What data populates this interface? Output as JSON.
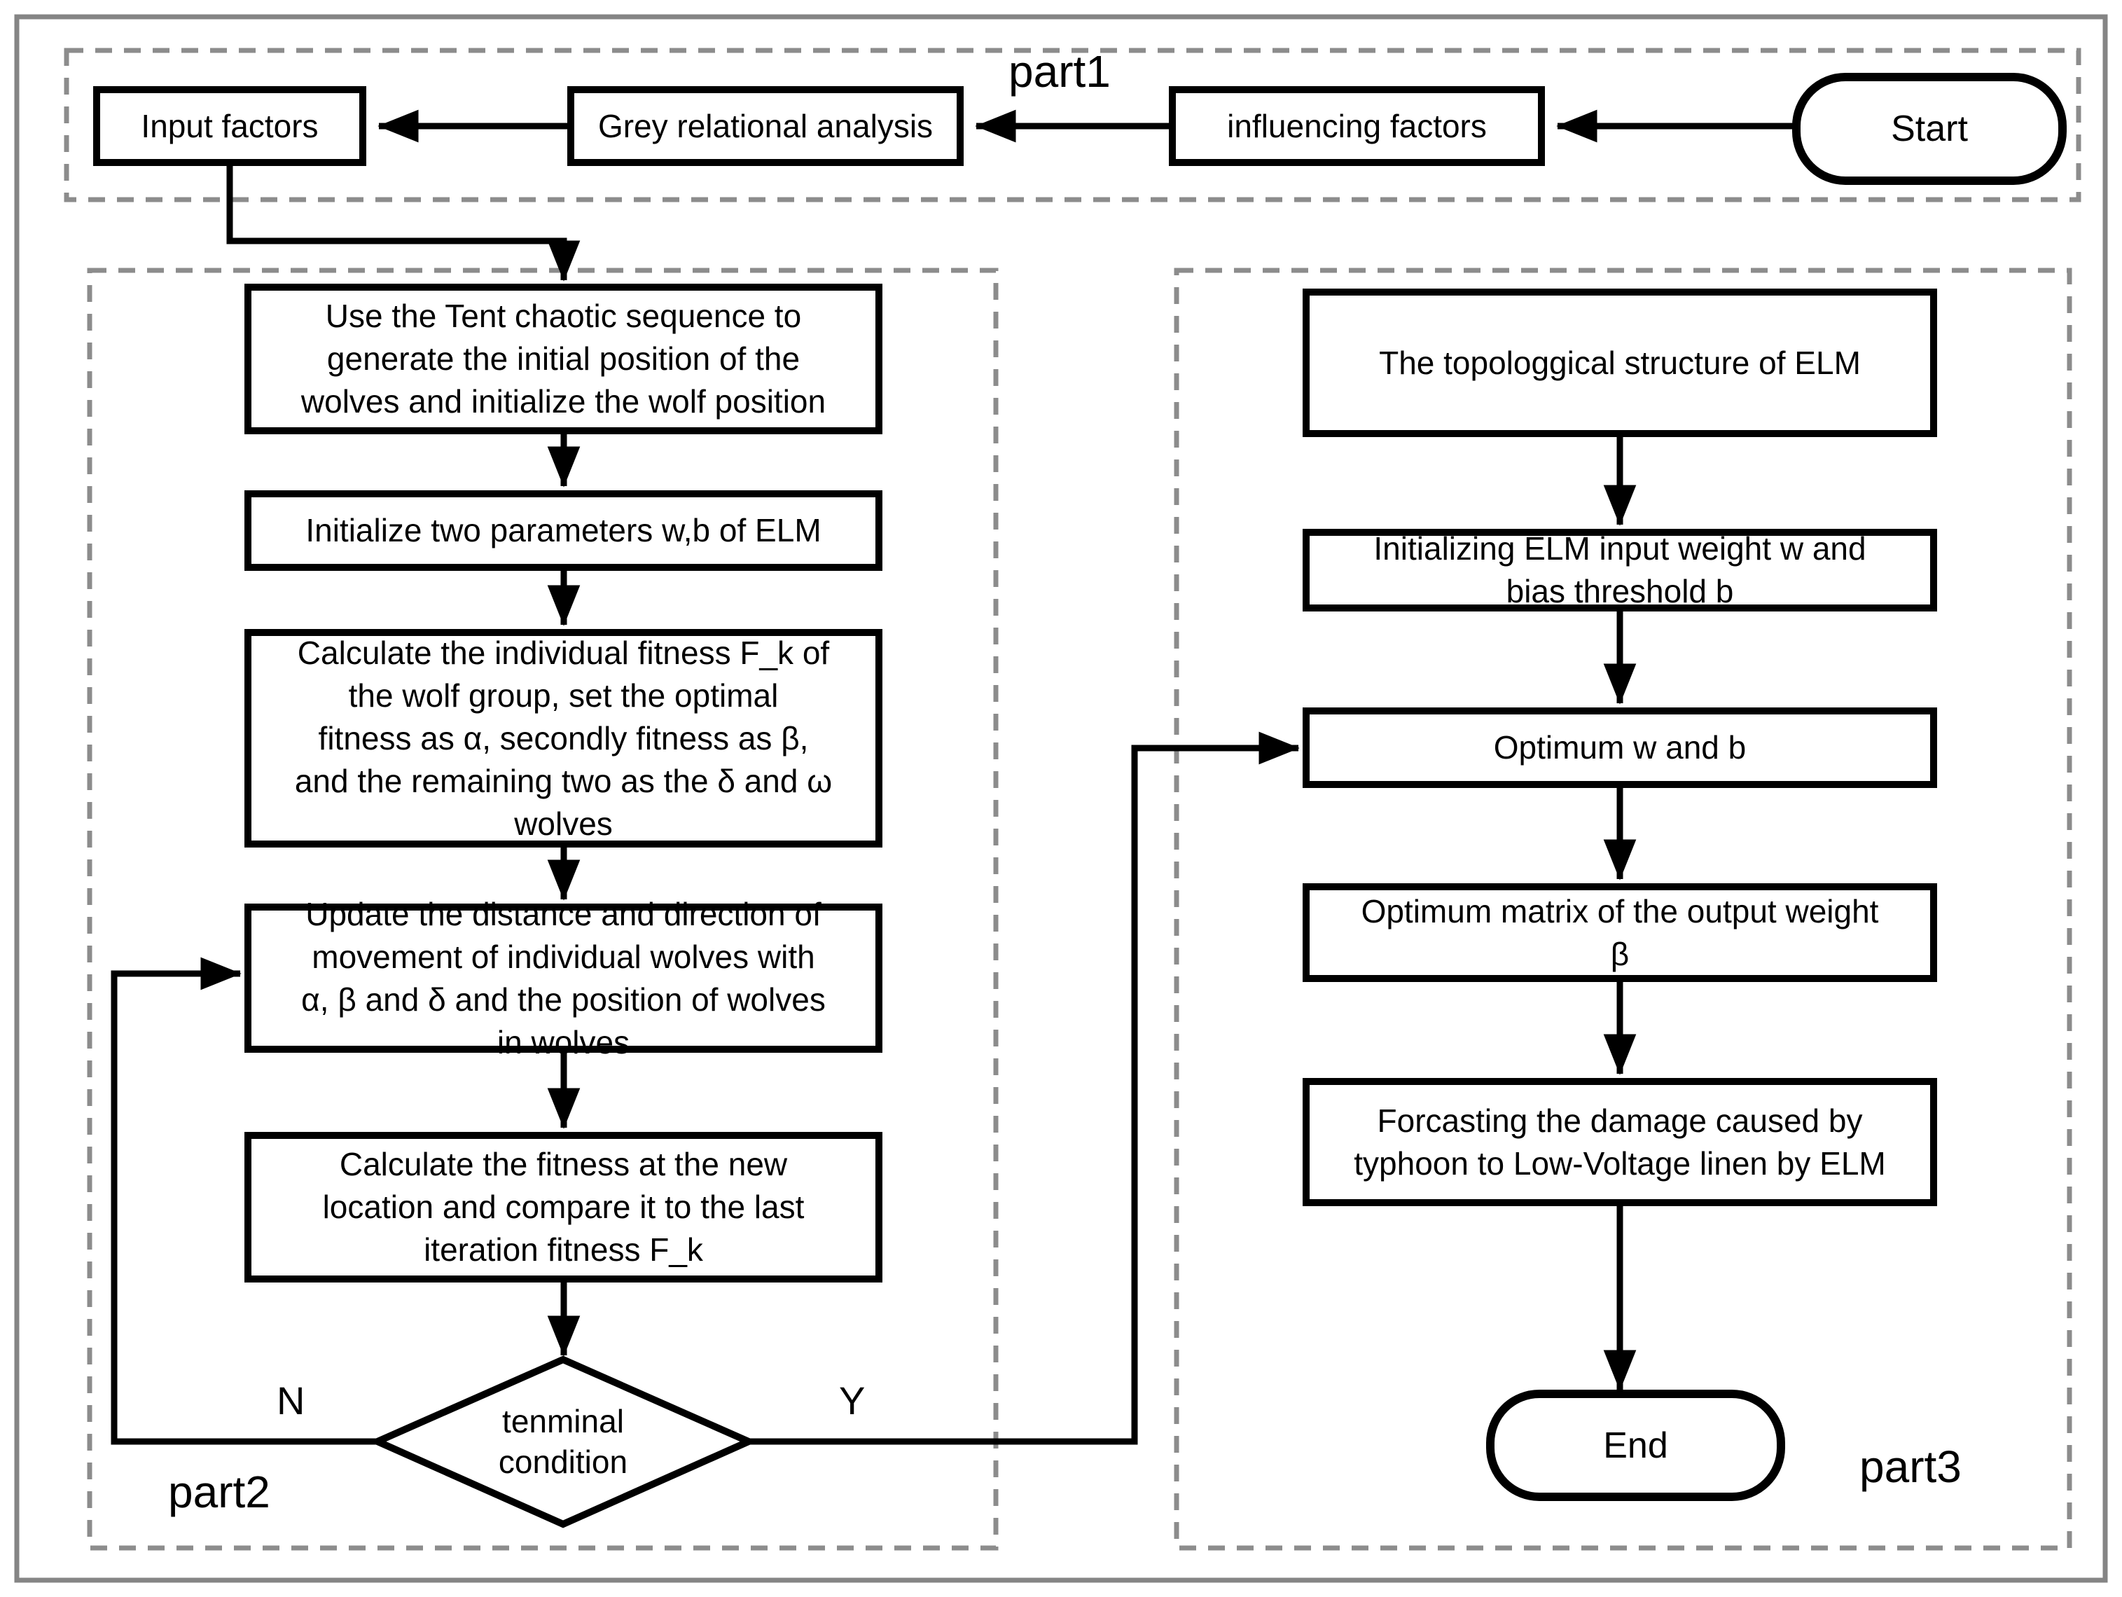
{
  "diagram": {
    "part_labels": {
      "part1": "part1",
      "part2": "part2",
      "part3": "part3"
    },
    "branch_labels": {
      "no": "N",
      "yes": "Y"
    },
    "terminals": {
      "start": "Start",
      "end": "End"
    },
    "top_row": [
      {
        "label": "Input factors"
      },
      {
        "label": "Grey relational analysis"
      },
      {
        "label": "influencing factors"
      }
    ],
    "gwo_steps": [
      {
        "label": "Use the Tent chaotic sequence to\ngenerate the initial position of the\nwolves and initialize the wolf position"
      },
      {
        "label": "Initialize two parameters w,b of ELM"
      },
      {
        "label": "Calculate the individual fitness F_k of\nthe wolf group, set the optimal\nfitness as α, secondly fitness as β,\nand the remaining two as the δ and ω\nwolves"
      },
      {
        "label": "Update the distance and direction of\nmovement of individual wolves with\nα, β and δ and the position of wolves\nin wolves"
      },
      {
        "label": "Calculate the fitness at the new\nlocation and compare it to the last\niteration fitness F_k"
      }
    ],
    "decision": {
      "label": "tenminal\ncondition"
    },
    "elm_steps": [
      {
        "label": "The topologgical structure of ELM"
      },
      {
        "label": "Initializing ELM input weight w and\nbias threshold b"
      },
      {
        "label": "Optimum w and b"
      },
      {
        "label": "Optimum matrix of the output weight\nβ"
      },
      {
        "label": "Forcasting the damage caused by\ntyphoon to Low-Voltage linen by ELM"
      }
    ]
  }
}
